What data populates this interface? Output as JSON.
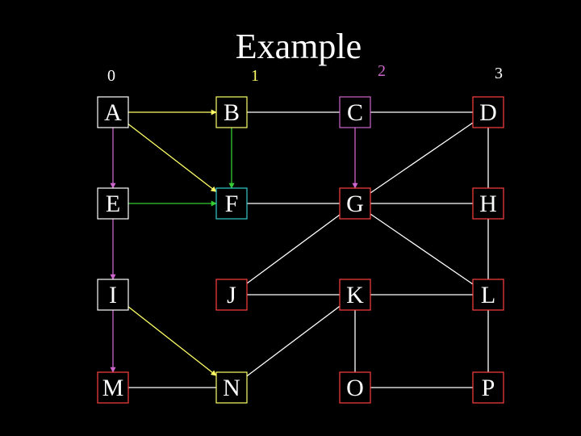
{
  "title": "Example",
  "levels": [
    {
      "id": "0",
      "label": "0",
      "color": "#ffffff"
    },
    {
      "id": "1",
      "label": "1",
      "color": "#ffff66"
    },
    {
      "id": "2",
      "label": "2",
      "color": "#cc66cc"
    },
    {
      "id": "3",
      "label": "3",
      "color": "#ffffff"
    }
  ],
  "nodes": [
    {
      "id": "A",
      "label": "A",
      "border": "#ffffff"
    },
    {
      "id": "B",
      "label": "B",
      "border": "#ffff66"
    },
    {
      "id": "C",
      "label": "C",
      "border": "#cc66cc"
    },
    {
      "id": "D",
      "label": "D",
      "border": "#ff4040"
    },
    {
      "id": "E",
      "label": "E",
      "border": "#ffffff"
    },
    {
      "id": "F",
      "label": "F",
      "border": "#33cccc"
    },
    {
      "id": "G",
      "label": "G",
      "border": "#ff4040"
    },
    {
      "id": "H",
      "label": "H",
      "border": "#ff4040"
    },
    {
      "id": "I",
      "label": "I",
      "border": "#ffffff"
    },
    {
      "id": "J",
      "label": "J",
      "border": "#ff4040"
    },
    {
      "id": "K",
      "label": "K",
      "border": "#ff4040"
    },
    {
      "id": "L",
      "label": "L",
      "border": "#ff4040"
    },
    {
      "id": "M",
      "label": "M",
      "border": "#ff4040"
    },
    {
      "id": "N",
      "label": "N",
      "border": "#ffff66"
    },
    {
      "id": "O",
      "label": "O",
      "border": "#ff4040"
    },
    {
      "id": "P",
      "label": "P",
      "border": "#ff4040"
    }
  ],
  "edges": [
    {
      "from": "A",
      "to": "B",
      "color": "#ffff66",
      "arrow": true
    },
    {
      "from": "A",
      "to": "E",
      "color": "#cc66cc",
      "arrow": true
    },
    {
      "from": "A",
      "to": "F",
      "color": "#ffff66",
      "arrow": true
    },
    {
      "from": "B",
      "to": "F",
      "color": "#33cc33",
      "arrow": true
    },
    {
      "from": "E",
      "to": "F",
      "color": "#33cc33",
      "arrow": true
    },
    {
      "from": "E",
      "to": "I",
      "color": "#cc66cc",
      "arrow": true
    },
    {
      "from": "I",
      "to": "M",
      "color": "#cc66cc",
      "arrow": true
    },
    {
      "from": "I",
      "to": "N",
      "color": "#ffff66",
      "arrow": true
    },
    {
      "from": "C",
      "to": "G",
      "color": "#cc66cc",
      "arrow": true
    },
    {
      "from": "B",
      "to": "C",
      "color": "#ffffff",
      "arrow": false
    },
    {
      "from": "C",
      "to": "D",
      "color": "#ffffff",
      "arrow": false
    },
    {
      "from": "F",
      "to": "G",
      "color": "#ffffff",
      "arrow": false
    },
    {
      "from": "G",
      "to": "H",
      "color": "#ffffff",
      "arrow": false
    },
    {
      "from": "D",
      "to": "H",
      "color": "#ffffff",
      "arrow": false
    },
    {
      "from": "D",
      "to": "G",
      "color": "#ffffff",
      "arrow": false
    },
    {
      "from": "G",
      "to": "J",
      "color": "#ffffff",
      "arrow": false
    },
    {
      "from": "G",
      "to": "L",
      "color": "#ffffff",
      "arrow": false
    },
    {
      "from": "H",
      "to": "L",
      "color": "#ffffff",
      "arrow": false
    },
    {
      "from": "J",
      "to": "K",
      "color": "#ffffff",
      "arrow": false
    },
    {
      "from": "K",
      "to": "L",
      "color": "#ffffff",
      "arrow": false
    },
    {
      "from": "K",
      "to": "N",
      "color": "#ffffff",
      "arrow": false
    },
    {
      "from": "K",
      "to": "O",
      "color": "#ffffff",
      "arrow": false
    },
    {
      "from": "M",
      "to": "N",
      "color": "#ffffff",
      "arrow": false
    },
    {
      "from": "O",
      "to": "P",
      "color": "#ffffff",
      "arrow": false
    },
    {
      "from": "L",
      "to": "P",
      "color": "#ffffff",
      "arrow": false
    }
  ]
}
